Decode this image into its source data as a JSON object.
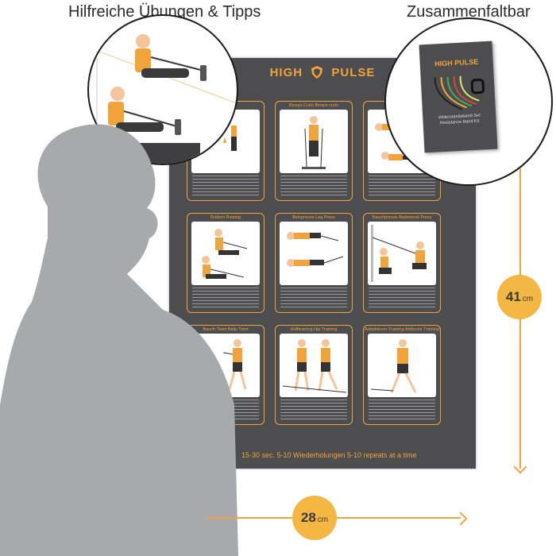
{
  "headings": {
    "left": "Hilfreiche Übungen & Tipps",
    "right": "Zusammenfaltbar"
  },
  "poster": {
    "brand_left": "HIGH",
    "brand_right": "PULSE",
    "cells": [
      {
        "title": ""
      },
      {
        "title": "Bizeps Curls  Biceps curls"
      },
      {
        "title": ""
      },
      {
        "title": "Rudern  Rowing"
      },
      {
        "title": "Beinpresse  Leg Press"
      },
      {
        "title": "Bauchpresse  Abdominal Press"
      },
      {
        "title": "Bauch-Twist  Belly Twist"
      },
      {
        "title": "Hüfttraining  Hip Training"
      },
      {
        "title": "Adduktoren-Training  Adductor Training"
      }
    ],
    "footer": "15-30 sec. 5-10 Wiederholungen  5-10 repeats at a time"
  },
  "booklet": {
    "brand": "HIGH PULSE",
    "title_line1": "Widerstandsband-Set",
    "title_line2": "Resistance Band Kit"
  },
  "dimensions": {
    "height_value": "41",
    "height_unit": "cm",
    "width_value": "28",
    "width_unit": "cm"
  },
  "colors": {
    "accent": "#f2a33a",
    "poster_bg": "#4d4d4f",
    "badge": "#f4b741",
    "silhouette": "#a7a9ad"
  }
}
